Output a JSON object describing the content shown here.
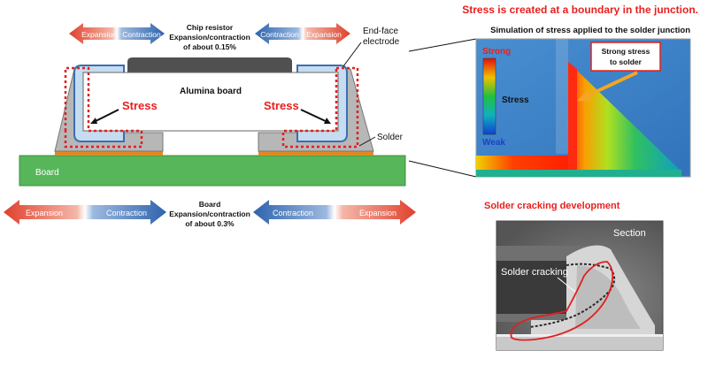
{
  "arrows_top": {
    "left": {
      "expansion": "Expansion",
      "contraction": "Contraction"
    },
    "right": {
      "contraction": "Contraction",
      "expansion": "Expansion"
    }
  },
  "chip_note": {
    "line1": "Chip resistor",
    "line2": "Expansion/contraction",
    "line3": "of about 0.15%"
  },
  "end_face": {
    "line1": "End-face",
    "line2": "electrode"
  },
  "alumina_label": "Alumina board",
  "stress_left": "Stress",
  "stress_right": "Stress",
  "solder_label": "Solder",
  "board_label": "Board",
  "arrows_bottom": {
    "left": {
      "expansion": "Expansion",
      "contraction": "Contraction"
    },
    "right": {
      "contraction": "Contraction",
      "expansion": "Expansion"
    }
  },
  "board_note": {
    "line1": "Board",
    "line2": "Expansion/contraction",
    "line3": "of about 0.3%"
  },
  "headline": "Stress is created at a boundary in the junction.",
  "sim_title": "Simulation of stress applied to the solder junction",
  "sim_legend": {
    "strong": "Strong",
    "stress": "Stress",
    "weak": "Weak"
  },
  "sim_callout": {
    "line1": "Strong stress",
    "line2": "to solder"
  },
  "crack_title": "Solder cracking development",
  "photo": {
    "section": "Section",
    "crack_label": "Solder cracking"
  },
  "colors": {
    "red": "#e8201e",
    "blue": "#1f5ea8",
    "green": "#5cb85c",
    "orange": "#f5a623"
  }
}
